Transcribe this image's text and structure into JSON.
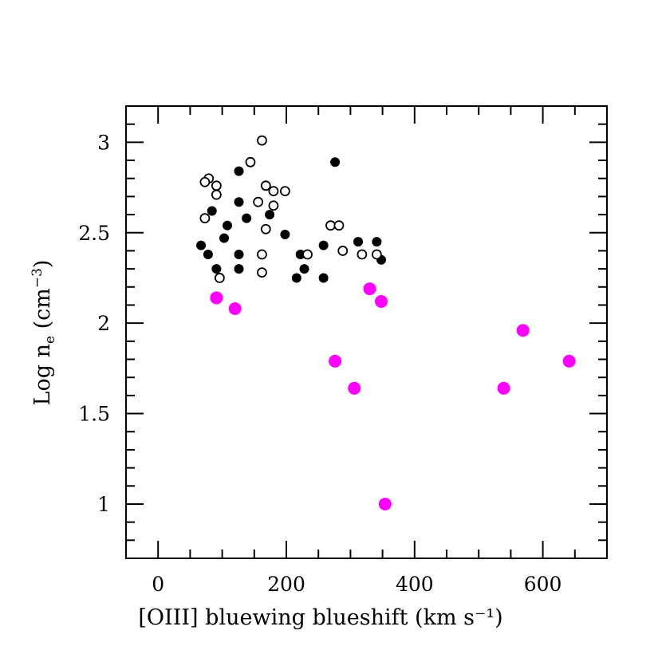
{
  "chart_data": {
    "type": "scatter",
    "title": "",
    "xlabel": "[OIII] bluewing blueshift (km s⁻¹)",
    "ylabel": "Log n",
    "ylabel_sub": "e",
    "ylabel_unit": "(cm",
    "ylabel_sup": "−3",
    "ylabel_close": ")",
    "xlim": [
      -50,
      700
    ],
    "ylim": [
      0.7,
      3.2
    ],
    "xticks_major": [
      0,
      200,
      400,
      600
    ],
    "xtick_labels": [
      "0",
      "200",
      "400",
      "600"
    ],
    "xticks_minor_step": 50,
    "yticks_major": [
      1,
      1.5,
      2,
      2.5,
      3
    ],
    "ytick_labels": [
      "1",
      "1.5",
      "2",
      "2.5",
      "3"
    ],
    "yticks_minor_step": 0.1,
    "grid": false,
    "legend": null,
    "series": [
      {
        "name": "filled",
        "marker": "filled-circle",
        "color": "#000000",
        "points": [
          [
            126,
            2.84
          ],
          [
            276,
            2.89
          ],
          [
            126,
            2.67
          ],
          [
            84,
            2.62
          ],
          [
            174,
            2.6
          ],
          [
            138,
            2.58
          ],
          [
            108,
            2.54
          ],
          [
            198,
            2.49
          ],
          [
            103,
            2.47
          ],
          [
            67,
            2.43
          ],
          [
            258,
            2.43
          ],
          [
            312,
            2.45
          ],
          [
            341,
            2.45
          ],
          [
            78,
            2.38
          ],
          [
            126,
            2.38
          ],
          [
            222,
            2.38
          ],
          [
            348,
            2.35
          ],
          [
            91,
            2.3
          ],
          [
            126,
            2.3
          ],
          [
            228,
            2.3
          ],
          [
            216,
            2.25
          ],
          [
            258,
            2.25
          ]
        ]
      },
      {
        "name": "open",
        "marker": "open-circle",
        "color": "#000000",
        "points": [
          [
            162,
            3.01
          ],
          [
            144,
            2.89
          ],
          [
            79,
            2.8
          ],
          [
            73,
            2.78
          ],
          [
            91,
            2.76
          ],
          [
            91,
            2.71
          ],
          [
            168,
            2.76
          ],
          [
            180,
            2.73
          ],
          [
            198,
            2.73
          ],
          [
            156,
            2.67
          ],
          [
            180,
            2.65
          ],
          [
            73,
            2.58
          ],
          [
            168,
            2.52
          ],
          [
            269,
            2.54
          ],
          [
            282,
            2.54
          ],
          [
            288,
            2.4
          ],
          [
            162,
            2.38
          ],
          [
            233,
            2.38
          ],
          [
            318,
            2.38
          ],
          [
            341,
            2.38
          ],
          [
            162,
            2.28
          ],
          [
            96,
            2.25
          ]
        ]
      },
      {
        "name": "magenta",
        "marker": "filled-circle-large",
        "color": "#FF00FF",
        "points": [
          [
            91,
            2.14
          ],
          [
            120,
            2.08
          ],
          [
            330,
            2.19
          ],
          [
            348,
            2.12
          ],
          [
            276,
            1.79
          ],
          [
            306,
            1.64
          ],
          [
            569,
            1.96
          ],
          [
            641,
            1.79
          ],
          [
            539,
            1.64
          ],
          [
            354,
            1.0
          ]
        ]
      }
    ]
  }
}
